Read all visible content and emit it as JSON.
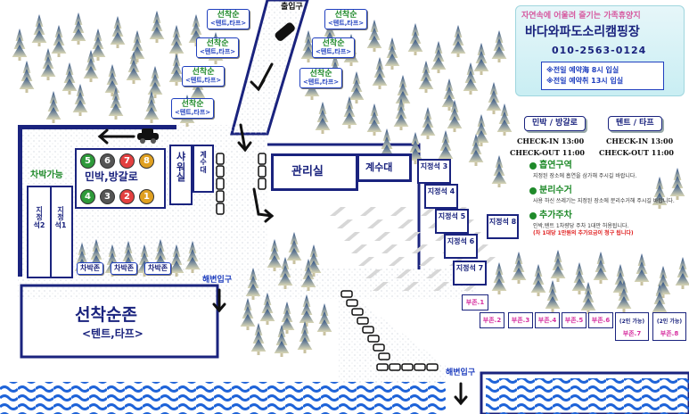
{
  "map": {
    "info": {
      "subtitle": "자연속에 어울려 즐기는 가족휴양지",
      "title": "바다와파도소리캠핑장",
      "phone": "010-2563-0124",
      "note1": "※전일 예약海 8시 입실",
      "note2": "※전일 예약취 13시 입실"
    },
    "checkin": {
      "pill_pension": "민박 / 방갈로",
      "pill_tent": "텐트 / 타프",
      "pension_in": "CHECK-IN 13:00",
      "pension_out": "CHECK-OUT 11:00",
      "tent_in": "CHECK-IN 13:00",
      "tent_out": "CHECK-OUT 11:00"
    },
    "rules": [
      {
        "title": "흡연구역",
        "text": "지정된 장소에 흡연을 삼가해 주시길 바랍니다."
      },
      {
        "title": "분리수거",
        "text": "사용 하신 쓰레기는 지정된 장소에 분리수거해 주시길 바랍니다."
      },
      {
        "title": "추가주차",
        "text": "인박,텐트 1차량당 주차 1대만 허용됩니다.",
        "warn": "(차 1대당 1만원의 추가요금이 청구 됩니다)"
      }
    ],
    "labels": {
      "entrance_top": "출입구",
      "beach_entrance_left": "해변입구",
      "beach_entrance_right": "해변입구",
      "management": "관리실",
      "sink": "계수대",
      "shower": "샤워실",
      "sink_vertical": "계수대",
      "pension": "민박,방갈로",
      "car_ok": "차박가능",
      "zone_big": "선착순존",
      "zone_big_sub": "<텐트,타프>",
      "designated2": "지정석2",
      "designated1": "지정석1"
    },
    "first_come_tags": [
      "선착순",
      "선착순",
      "선착순",
      "선착순",
      "선착순",
      "선착순",
      "선착순"
    ],
    "first_come_subs": [
      "<텐트,타프>",
      "<텐트,타프>",
      "<텐트,타프>",
      "<텐트,타프>",
      "<텐트,타프>",
      "<텐트,타프>",
      "<텐트,타프>"
    ],
    "carbak_zones": [
      "차박존",
      "차박존",
      "차박존"
    ],
    "designated": [
      "지정석 3",
      "지정석 4",
      "지정석 5",
      "지정석 6",
      "지정석 7",
      "지정석 8"
    ],
    "booths": [
      "부존.1",
      "부존.2",
      "부존.3",
      "부존.4",
      "부존.5",
      "부존.6"
    ],
    "booths_big": [
      {
        "top": "(2인 가능)",
        "name": "부존.7"
      },
      {
        "top": "(2인 가능)",
        "name": "부존.8"
      }
    ],
    "rooms_top": [
      "5",
      "6",
      "7",
      "8"
    ],
    "rooms_bottom": [
      "4",
      "3",
      "2",
      "1"
    ],
    "colors": {
      "navy": "#1a237e",
      "green": "#1f8a2a",
      "blue": "#1f3fbf",
      "sea": "#1e63d8"
    }
  }
}
